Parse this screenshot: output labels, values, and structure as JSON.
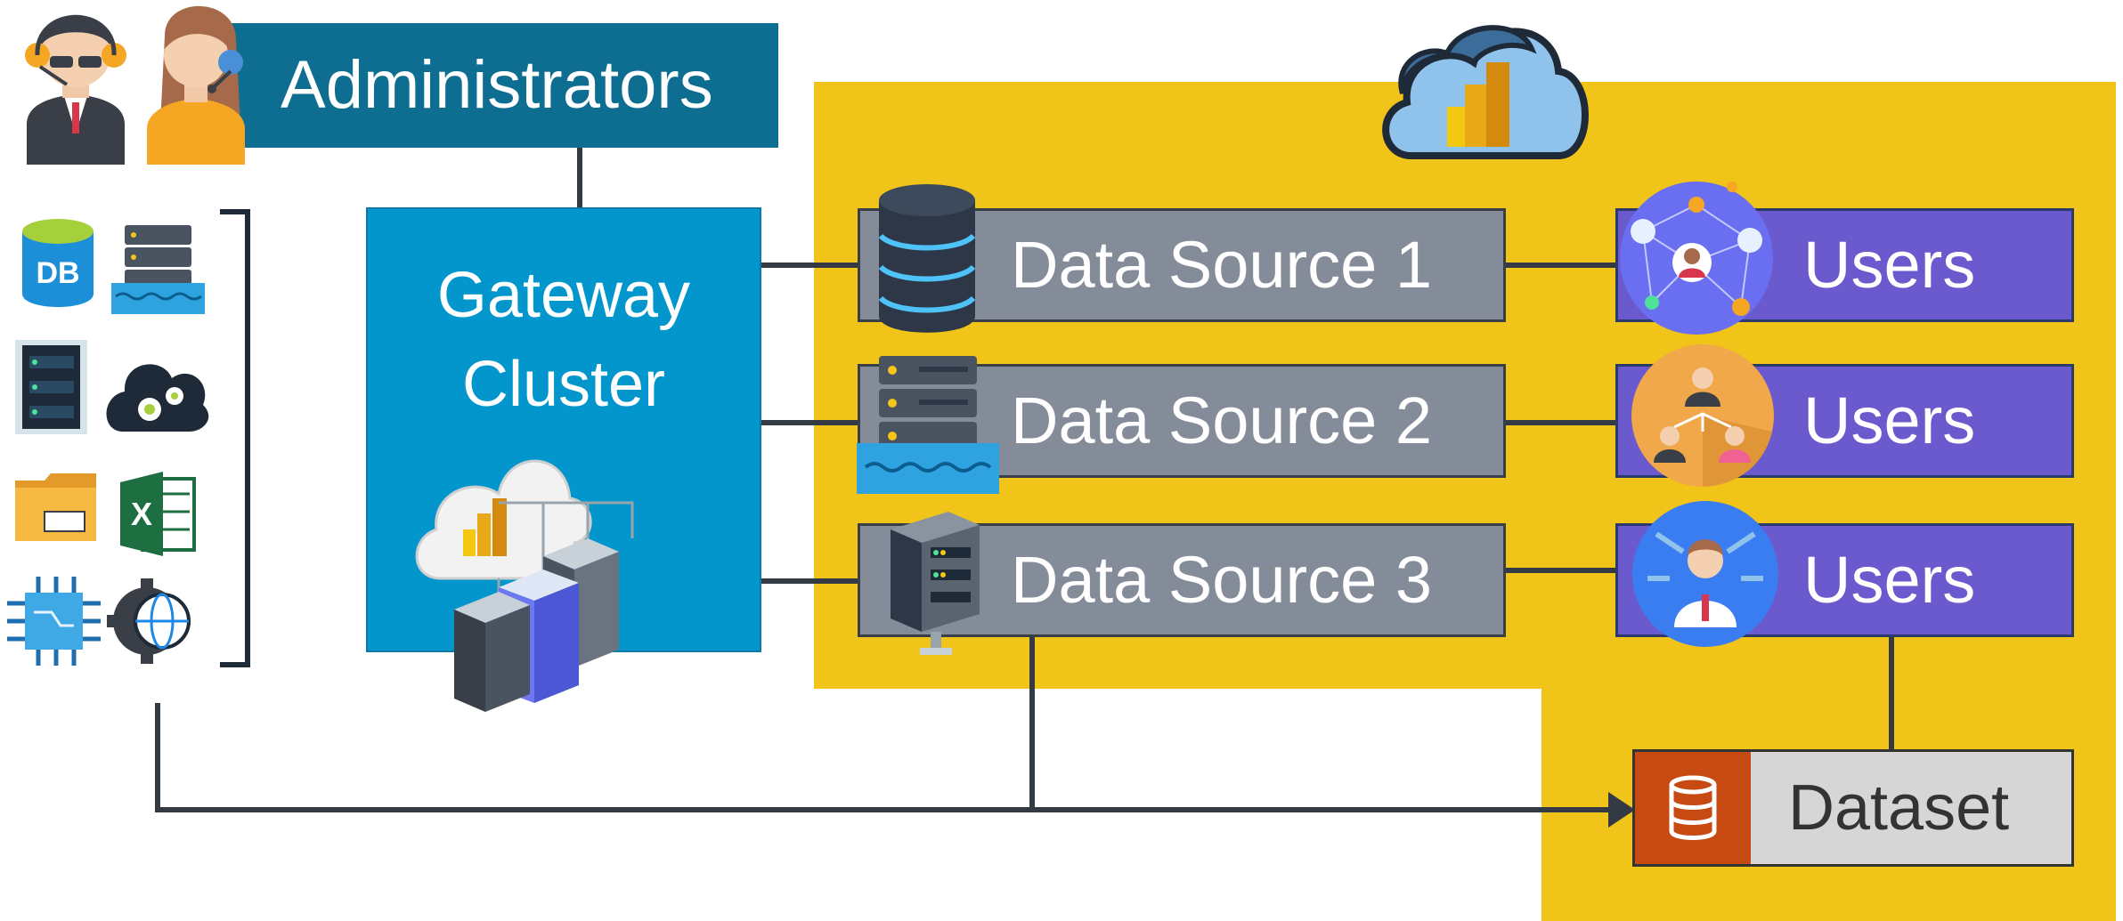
{
  "administrators": {
    "label": "Administrators"
  },
  "gateway": {
    "line1": "Gateway",
    "line2": "Cluster"
  },
  "data_sources": [
    {
      "label": "Data Source 1"
    },
    {
      "label": "Data Source 2"
    },
    {
      "label": "Data Source 3"
    }
  ],
  "users": [
    {
      "label": "Users"
    },
    {
      "label": "Users"
    },
    {
      "label": "Users"
    }
  ],
  "dataset": {
    "label": "Dataset"
  },
  "source_icons": [
    "azure-db-icon",
    "data-lake-icon",
    "server-rack-icon",
    "cloud-gears-icon",
    "folder-icon",
    "excel-icon",
    "circuit-chip-icon",
    "gear-globe-icon"
  ],
  "colors": {
    "admin_bar": "#0e6e91",
    "gateway": "#0296cc",
    "cloud_region": "#f0c419",
    "data_source_box": "#848c99",
    "users_box": "#6a5acd",
    "dataset_accent": "#c64a12",
    "dataset_box": "#d6d6d6",
    "connector": "#333a44"
  }
}
